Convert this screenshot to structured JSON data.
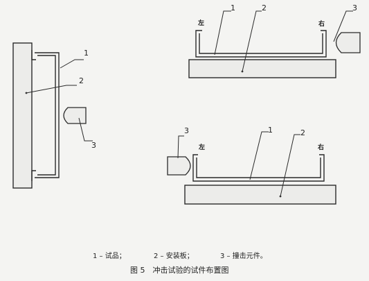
{
  "labels": {
    "specimen_num": "1",
    "plate_num": "2",
    "striker_num": "3",
    "left": "左",
    "right": "右"
  },
  "legend": {
    "item1": "1 – 试品；",
    "item2": "2 – 安装板；",
    "item3": "3 – 撞击元件。"
  },
  "caption": "图 5　冲击试验的试件布置图"
}
